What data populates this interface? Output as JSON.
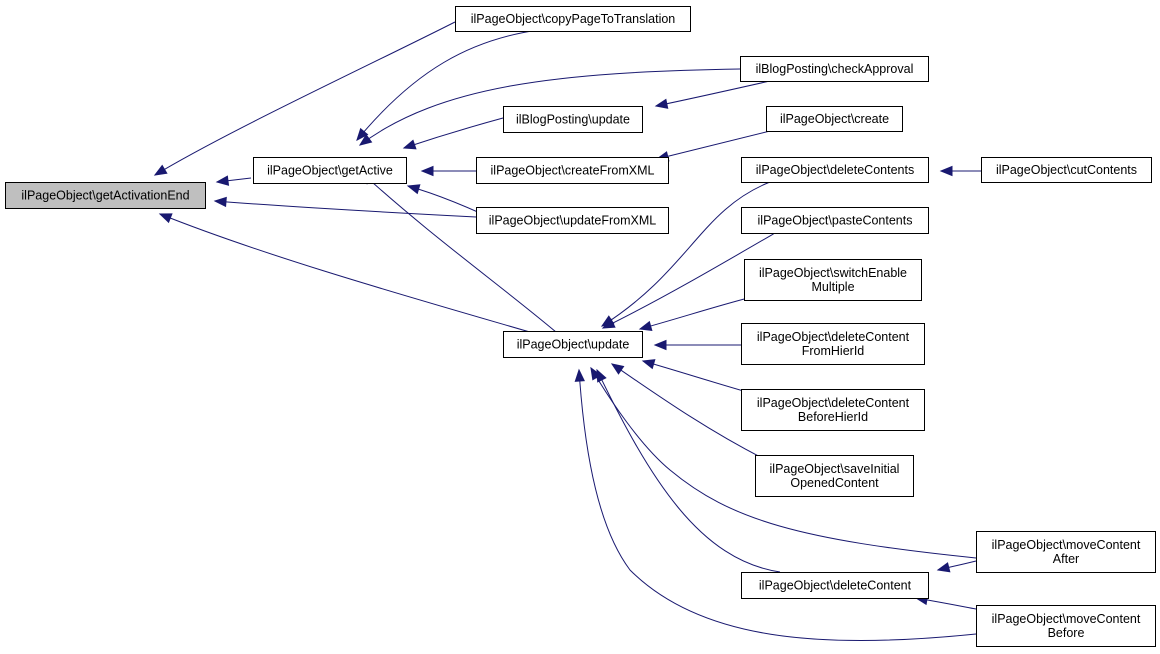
{
  "nodes": [
    {
      "id": "n0",
      "lines": [
        "ilPageObject\\getActivationEnd"
      ],
      "root": true
    },
    {
      "id": "n1",
      "lines": [
        "ilPageObject\\getActive"
      ]
    },
    {
      "id": "n2",
      "lines": [
        "ilPageObject\\update"
      ]
    },
    {
      "id": "n3",
      "lines": [
        "ilPageObject\\copyPageToTranslation"
      ]
    },
    {
      "id": "n4",
      "lines": [
        "ilBlogPosting\\checkApproval"
      ]
    },
    {
      "id": "n5",
      "lines": [
        "ilBlogPosting\\update"
      ]
    },
    {
      "id": "n6",
      "lines": [
        "ilPageObject\\createFromXML"
      ]
    },
    {
      "id": "n7",
      "lines": [
        "ilPageObject\\updateFromXML"
      ]
    },
    {
      "id": "n8",
      "lines": [
        "ilPageObject\\create"
      ]
    },
    {
      "id": "n9",
      "lines": [
        "ilPageObject\\deleteContents"
      ]
    },
    {
      "id": "n10",
      "lines": [
        "ilPageObject\\cutContents"
      ]
    },
    {
      "id": "n11",
      "lines": [
        "ilPageObject\\pasteContents"
      ]
    },
    {
      "id": "n12",
      "lines": [
        "ilPageObject\\switchEnable",
        "Multiple"
      ]
    },
    {
      "id": "n13",
      "lines": [
        "ilPageObject\\deleteContent",
        "FromHierId"
      ]
    },
    {
      "id": "n14",
      "lines": [
        "ilPageObject\\deleteContent",
        "BeforeHierId"
      ]
    },
    {
      "id": "n15",
      "lines": [
        "ilPageObject\\saveInitial",
        "OpenedContent"
      ]
    },
    {
      "id": "n16",
      "lines": [
        "ilPageObject\\deleteContent"
      ]
    },
    {
      "id": "n17",
      "lines": [
        "ilPageObject\\moveContent",
        "After"
      ]
    },
    {
      "id": "n18",
      "lines": [
        "ilPageObject\\moveContent",
        "Before"
      ]
    }
  ],
  "edges": [
    {
      "from": "n1",
      "to": "n0"
    },
    {
      "from": "n2",
      "to": "n0"
    },
    {
      "from": "n3",
      "to": "n0"
    },
    {
      "from": "n7",
      "to": "n0"
    },
    {
      "from": "n3",
      "to": "n1"
    },
    {
      "from": "n4",
      "to": "n1"
    },
    {
      "from": "n5",
      "to": "n1"
    },
    {
      "from": "n6",
      "to": "n1"
    },
    {
      "from": "n7",
      "to": "n1"
    },
    {
      "from": "n2",
      "to": "n1"
    },
    {
      "from": "n4",
      "to": "n5"
    },
    {
      "from": "n8",
      "to": "n6"
    },
    {
      "from": "n10",
      "to": "n9"
    },
    {
      "from": "n9",
      "to": "n2"
    },
    {
      "from": "n11",
      "to": "n2"
    },
    {
      "from": "n12",
      "to": "n2"
    },
    {
      "from": "n13",
      "to": "n2"
    },
    {
      "from": "n14",
      "to": "n2"
    },
    {
      "from": "n15",
      "to": "n2"
    },
    {
      "from": "n17",
      "to": "n2"
    },
    {
      "from": "n16",
      "to": "n2"
    },
    {
      "from": "n18",
      "to": "n2"
    },
    {
      "from": "n17",
      "to": "n16"
    },
    {
      "from": "n18",
      "to": "n16"
    }
  ]
}
